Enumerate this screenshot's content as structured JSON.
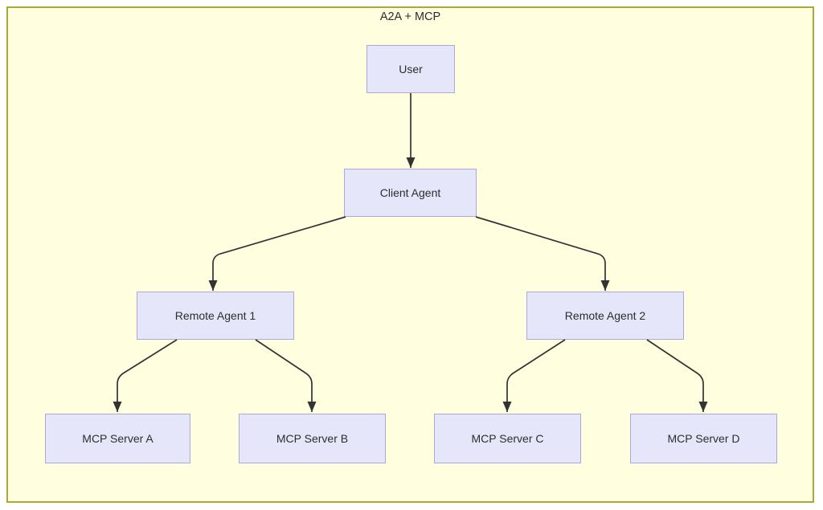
{
  "diagram": {
    "title": "A2A + MCP",
    "nodes": {
      "user": {
        "label": "User"
      },
      "client_agent": {
        "label": "Client Agent"
      },
      "remote_agent_1": {
        "label": "Remote Agent 1"
      },
      "remote_agent_2": {
        "label": "Remote Agent 2"
      },
      "mcp_server_a": {
        "label": "MCP Server A"
      },
      "mcp_server_b": {
        "label": "MCP Server B"
      },
      "mcp_server_c": {
        "label": "MCP Server C"
      },
      "mcp_server_d": {
        "label": "MCP Server D"
      }
    },
    "edges": [
      {
        "from": "User",
        "to": "Client Agent"
      },
      {
        "from": "Client Agent",
        "to": "Remote Agent 1"
      },
      {
        "from": "Client Agent",
        "to": "Remote Agent 2"
      },
      {
        "from": "Remote Agent 1",
        "to": "MCP Server A"
      },
      {
        "from": "Remote Agent 1",
        "to": "MCP Server B"
      },
      {
        "from": "Remote Agent 2",
        "to": "MCP Server C"
      },
      {
        "from": "Remote Agent 2",
        "to": "MCP Server D"
      }
    ],
    "colors": {
      "canvas_background": "#ffffe0",
      "canvas_border": "#a9a93a",
      "node_fill": "#e6e6fa",
      "node_border": "#a9a9de",
      "edge": "#333333",
      "text": "#2d2d2d"
    }
  }
}
